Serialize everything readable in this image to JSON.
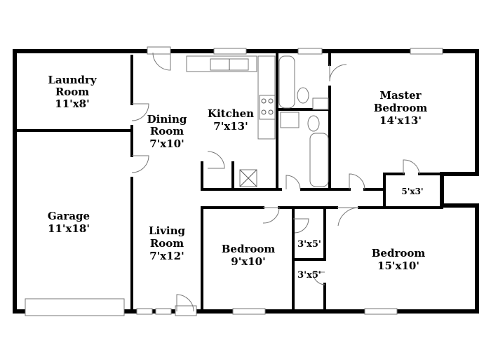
{
  "rooms": {
    "laundry": {
      "name_line1": "Laundry",
      "name_line2": "Room",
      "size": "11'x8'"
    },
    "dining": {
      "name_line1": "Dining",
      "name_line2": "Room",
      "size": "7'x10'"
    },
    "kitchen": {
      "name": "Kitchen",
      "size": "7'x13'"
    },
    "master": {
      "name_line1": "Master",
      "name_line2": "Bedroom",
      "size": "14'x13'"
    },
    "garage": {
      "name": "Garage",
      "size": "11'x18'"
    },
    "living": {
      "name_line1": "Living",
      "name_line2": "Room",
      "size": "7'x12'"
    },
    "bedroom_mid": {
      "name": "Bedroom",
      "size": "9'x10'"
    },
    "bedroom_right": {
      "name": "Bedroom",
      "size": "15'x10'"
    },
    "master_closet": {
      "size": "5'x3'"
    },
    "closet_upper": {
      "size": "3'x5'"
    },
    "closet_lower": {
      "size": "3'x5'"
    }
  }
}
